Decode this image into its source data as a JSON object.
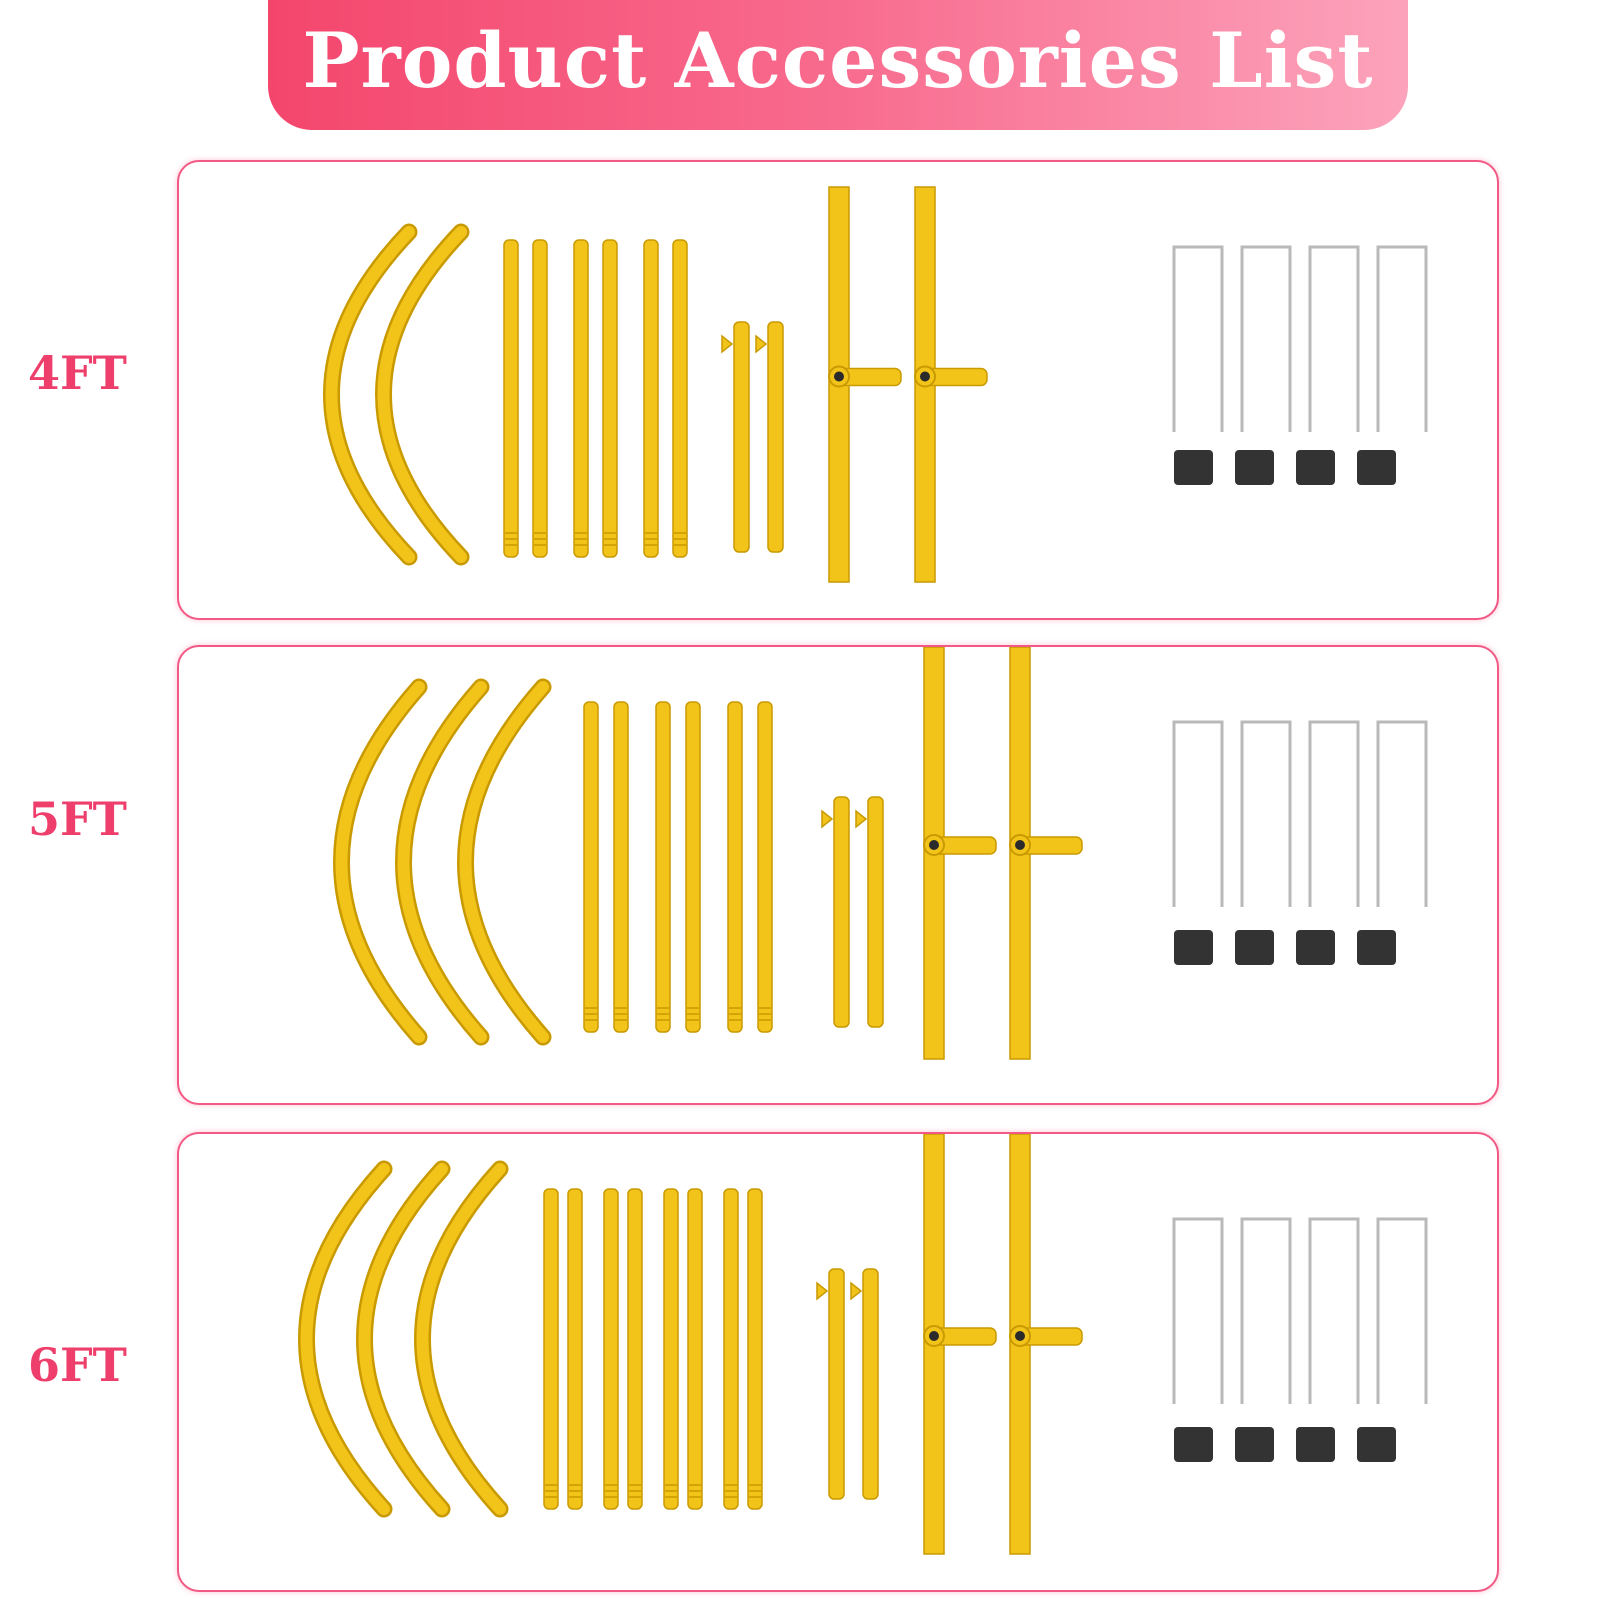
{
  "header": {
    "title": "Product Accessories List"
  },
  "rows": [
    {
      "label": "4FT",
      "arch_count": 2,
      "long_pole_count": 6,
      "short_pole_count": 2,
      "base_count": 2,
      "stake_count": 4,
      "pad_count": 4
    },
    {
      "label": "5FT",
      "arch_count": 3,
      "long_pole_count": 6,
      "short_pole_count": 2,
      "base_count": 2,
      "stake_count": 4,
      "pad_count": 4
    },
    {
      "label": "6FT",
      "arch_count": 3,
      "long_pole_count": 8,
      "short_pole_count": 2,
      "base_count": 2,
      "stake_count": 4,
      "pad_count": 4
    }
  ],
  "colors": {
    "banner_start": "#f4466d",
    "banner_end": "#fca3bb",
    "label": "#ee3e6b",
    "border": "#f25a85",
    "tube": "#f2c41a",
    "tube_dark": "#c99a00",
    "stake": "#b9b9b9",
    "pad": "#333333"
  }
}
